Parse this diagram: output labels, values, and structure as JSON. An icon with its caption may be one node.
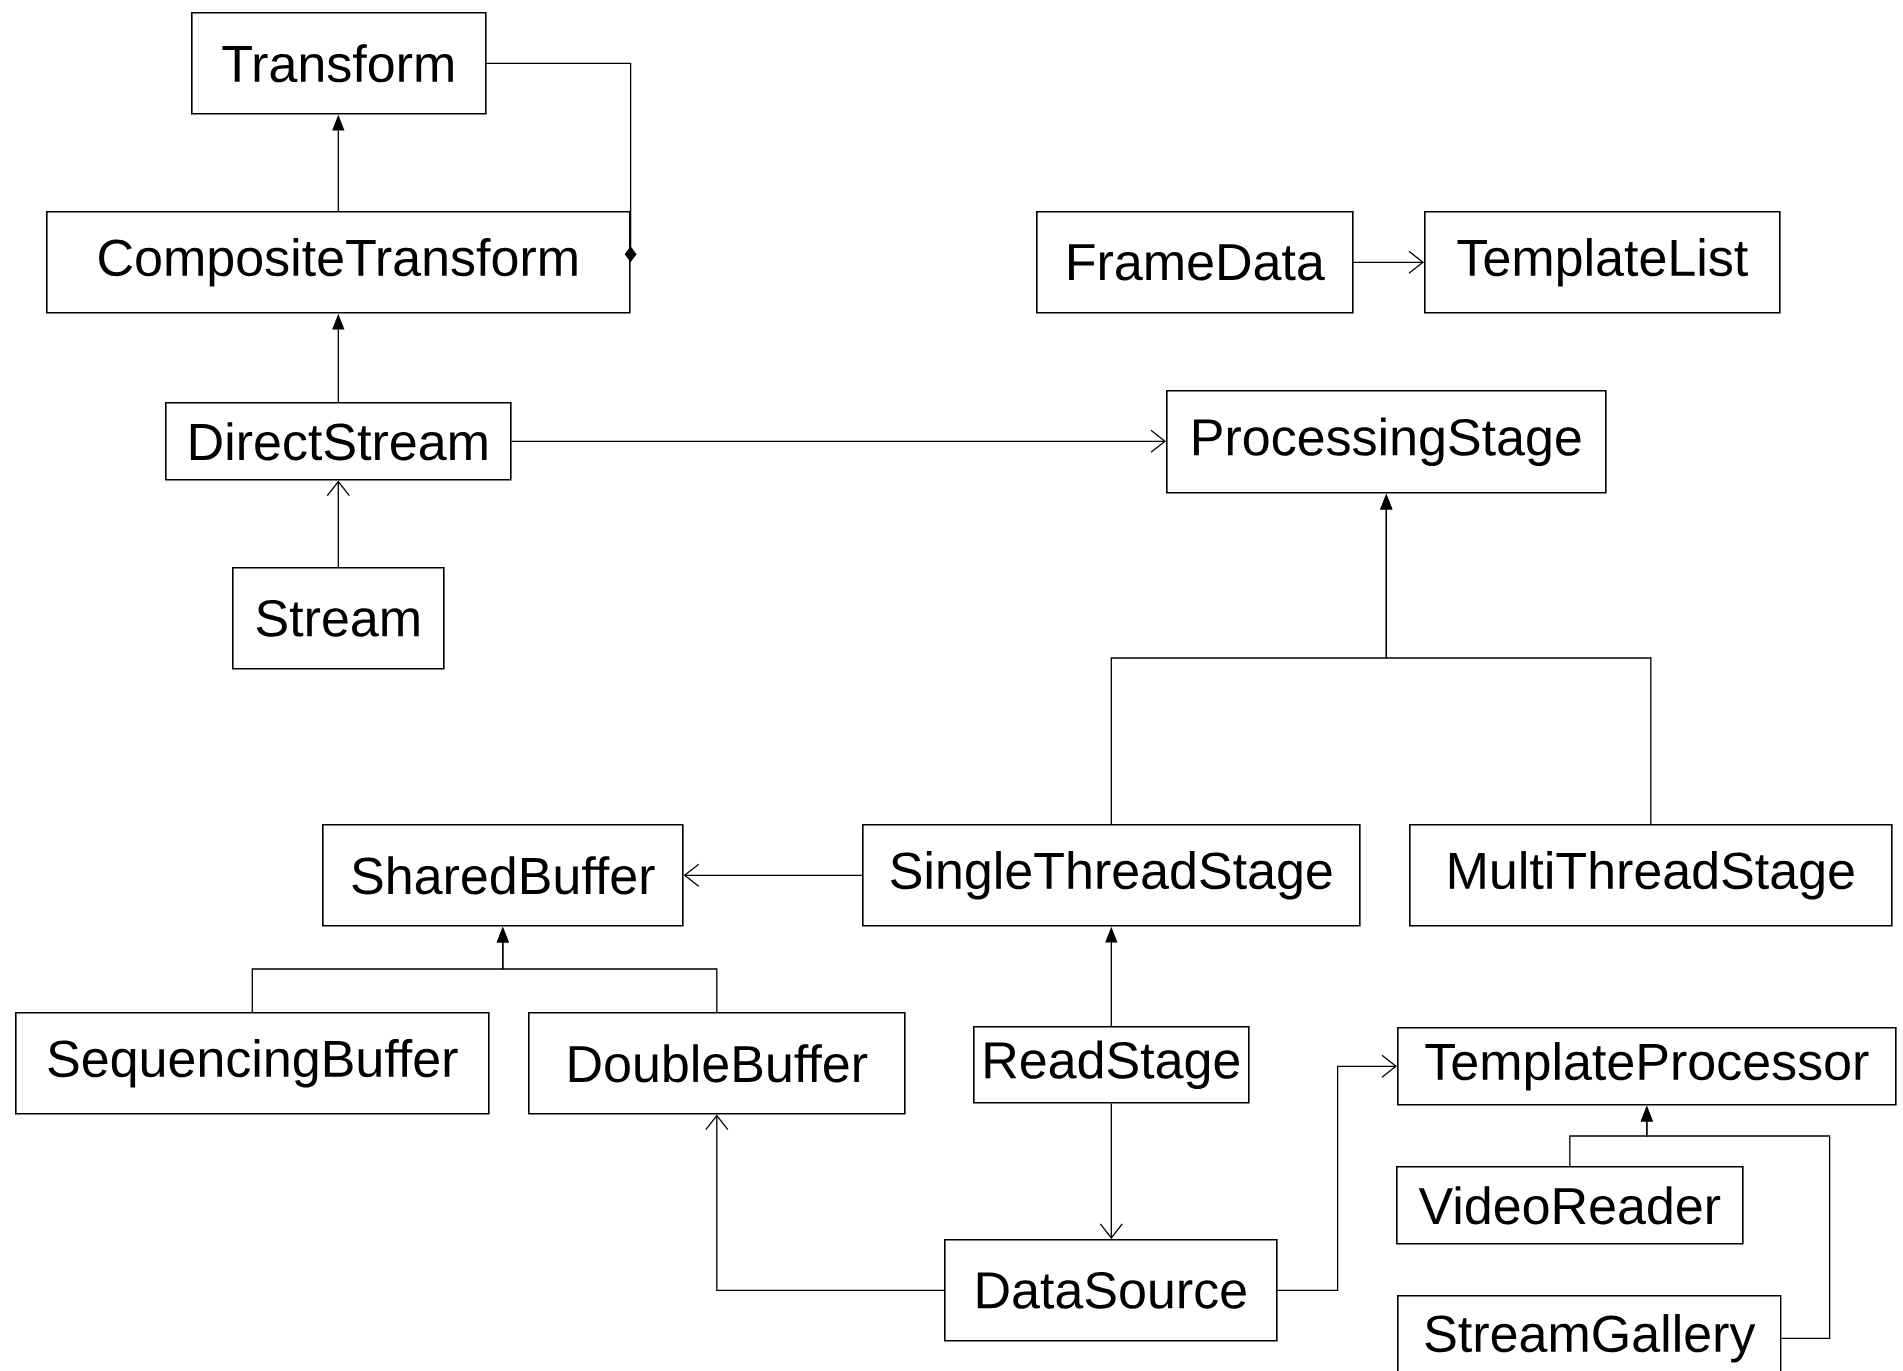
{
  "diagram": {
    "nodes": [
      {
        "text": [
          "Transform"
        ]
      },
      {
        "text": [
          "CompositeTransform"
        ]
      },
      {
        "text": [
          "FrameData"
        ]
      },
      {
        "text": [
          "TemplateList"
        ]
      },
      {
        "text": [
          "DirectStream"
        ]
      },
      {
        "text": [
          "ProcessingStage"
        ]
      },
      {
        "text": [
          "Stream"
        ]
      },
      {
        "text": [
          "SharedBuffer"
        ]
      },
      {
        "text": [
          "SingleThreadStage"
        ]
      },
      {
        "text": [
          "MultiThreadStage"
        ]
      },
      {
        "text": [
          "SequencingBuffer"
        ]
      },
      {
        "text": [
          "DoubleBuffer"
        ]
      },
      {
        "text": [
          "ReadStage"
        ]
      },
      {
        "text": [
          "TemplateProcessor"
        ]
      },
      {
        "text": [
          "VideoReader"
        ]
      },
      {
        "text": [
          "DataSource"
        ]
      },
      {
        "text": [
          "StreamGallery"
        ]
      }
    ],
    "edges": [
      {
        "from": 1,
        "to": 0,
        "arrow": "to"
      },
      {
        "from": 0,
        "to": 1,
        "arrow": "other"
      },
      {
        "from": 4,
        "to": 1,
        "arrow": "to"
      },
      {
        "from": 6,
        "to": 4,
        "arrow": "to"
      },
      {
        "from": 2,
        "to": 3,
        "arrow": "to"
      },
      {
        "from": 4,
        "to": 5,
        "arrow": "to"
      },
      {
        "from": 8,
        "to": 5,
        "arrow": "to"
      },
      {
        "from": 9,
        "to": 5,
        "arrow": "to"
      },
      {
        "from": 8,
        "to": 7,
        "arrow": "to"
      },
      {
        "from": 10,
        "to": 7,
        "arrow": "to"
      },
      {
        "from": 11,
        "to": 7,
        "arrow": "to"
      },
      {
        "from": 12,
        "to": 8,
        "arrow": "to"
      },
      {
        "from": 12,
        "to": 15,
        "arrow": "to"
      },
      {
        "from": 15,
        "to": 11,
        "arrow": "to"
      },
      {
        "from": 15,
        "to": 13,
        "arrow": "to"
      },
      {
        "from": 14,
        "to": 13,
        "arrow": "to"
      },
      {
        "from": 16,
        "to": 13,
        "arrow": "to"
      }
    ]
  }
}
